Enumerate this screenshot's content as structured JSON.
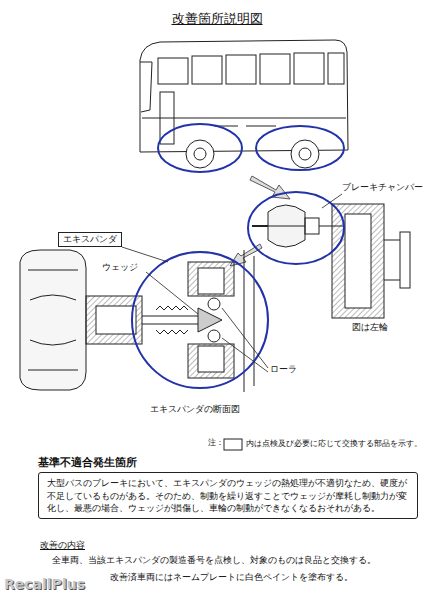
{
  "diagram": {
    "title": "改善箇所説明図",
    "nodes": [
      {
        "text": [
          "エキスパンダ"
        ]
      },
      {
        "text": [
          "基準不適合発生箇所",
          "大型バスのブレーキにおいて、エキスパンダのウェッジの熱処理が不適切なため、硬度が不足しているものがある。そのため、制動を繰り返すことでウェッジが摩耗し制動力が変化し、最悪の場合、ウェッジが損傷し、車輪の制動ができなくなるおそれがある。"
        ]
      }
    ],
    "labels": [
      "ブレーキチャンバー",
      "図は左輪",
      "ウェッジ",
      "ローラ",
      "エキスパンダの断面図",
      "注：",
      "内は点検及び必要に応じて交換する部品を示す。",
      "改善の内容",
      "全車両、当該エキスパンダの製造番号を点検し、対象のものは良品と交換する。",
      "改善済車両にはネームプレートに白色ペイントを塗布する。",
      "RecallPlus"
    ]
  }
}
